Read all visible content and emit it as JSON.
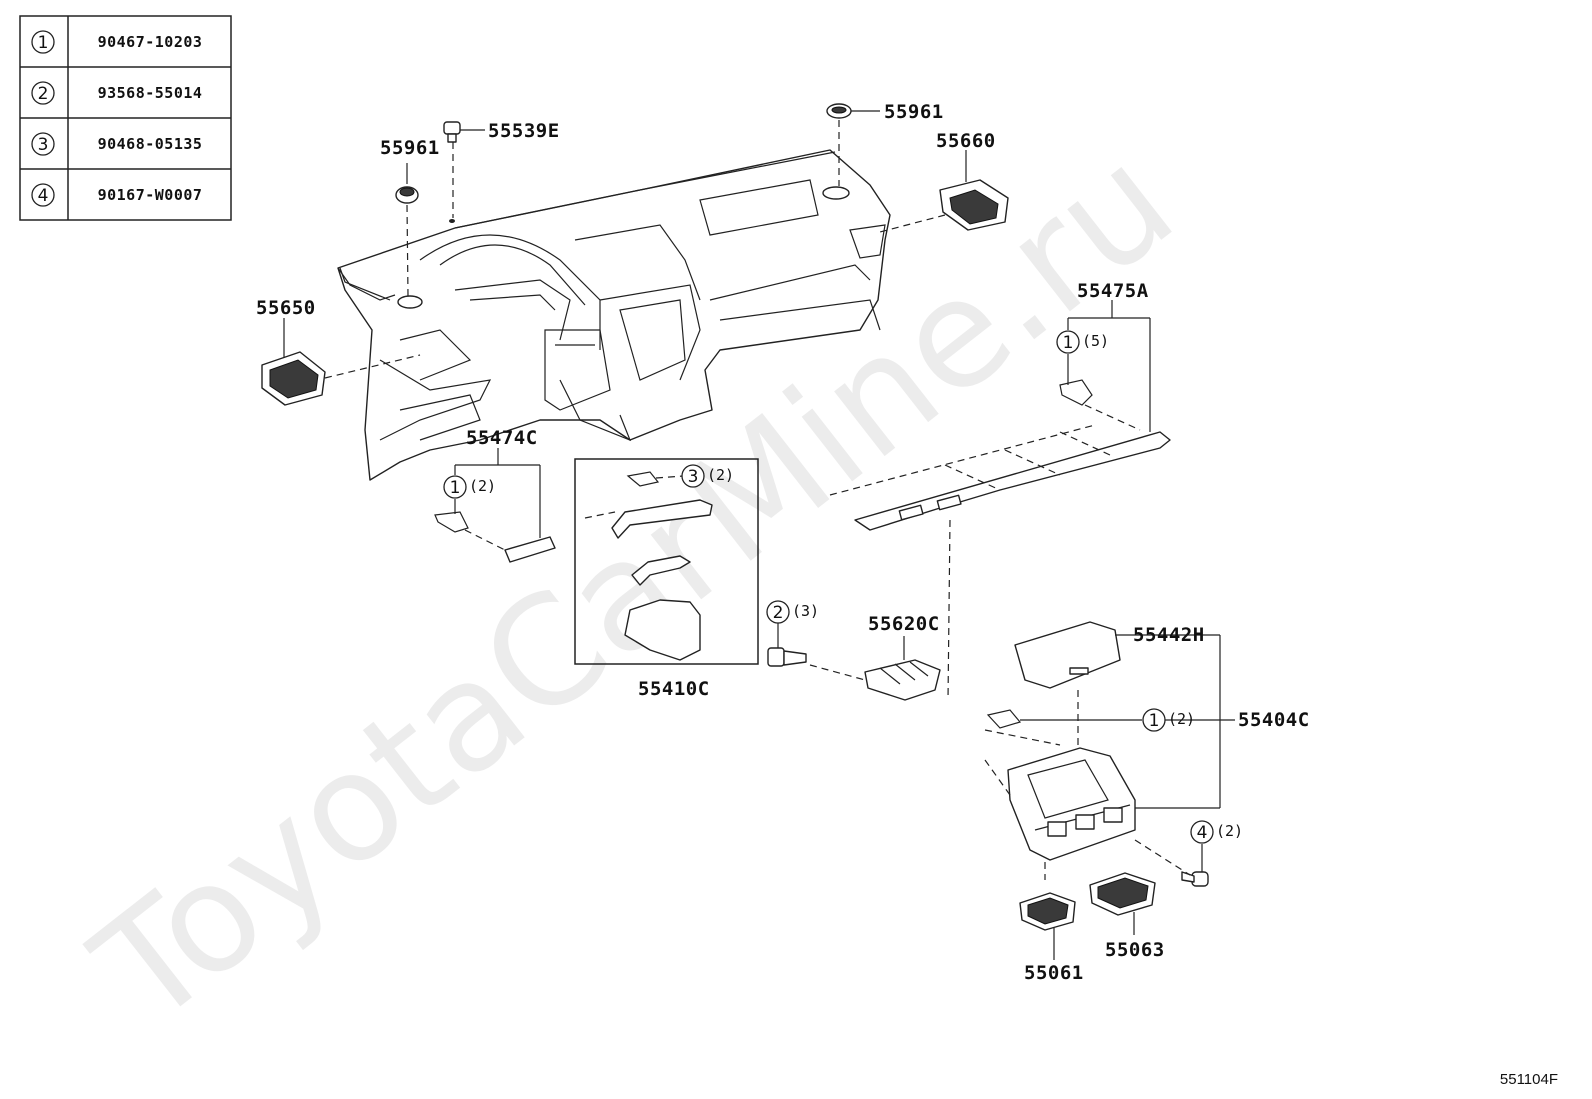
{
  "watermark": "ToyotaCarMine.ru",
  "diagram_code": "551104F",
  "legend": [
    {
      "num": "1",
      "part": "90467-10203"
    },
    {
      "num": "2",
      "part": "93568-55014"
    },
    {
      "num": "3",
      "part": "90468-05135"
    },
    {
      "num": "4",
      "part": "90167-W0007"
    }
  ],
  "labels": {
    "p55539E": "55539E",
    "p55961_left": "55961",
    "p55961_right": "55961",
    "p55660": "55660",
    "p55650": "55650",
    "p55475A": "55475A",
    "p55474C": "55474C",
    "p55410C": "55410C",
    "p55620C": "55620C",
    "p55442H": "55442H",
    "p55404C": "55404C",
    "p55061": "55061",
    "p55063": "55063"
  },
  "callouts": [
    {
      "id": "c55475A",
      "num": "1",
      "qty": "(5)"
    },
    {
      "id": "c55474C",
      "num": "1",
      "qty": "(2)"
    },
    {
      "id": "c55410C",
      "num": "3",
      "qty": "(2)"
    },
    {
      "id": "c55620C",
      "num": "2",
      "qty": "(3)"
    },
    {
      "id": "c55404C",
      "num": "1",
      "qty": "(2)"
    },
    {
      "id": "c_screw",
      "num": "4",
      "qty": "(2)"
    }
  ]
}
